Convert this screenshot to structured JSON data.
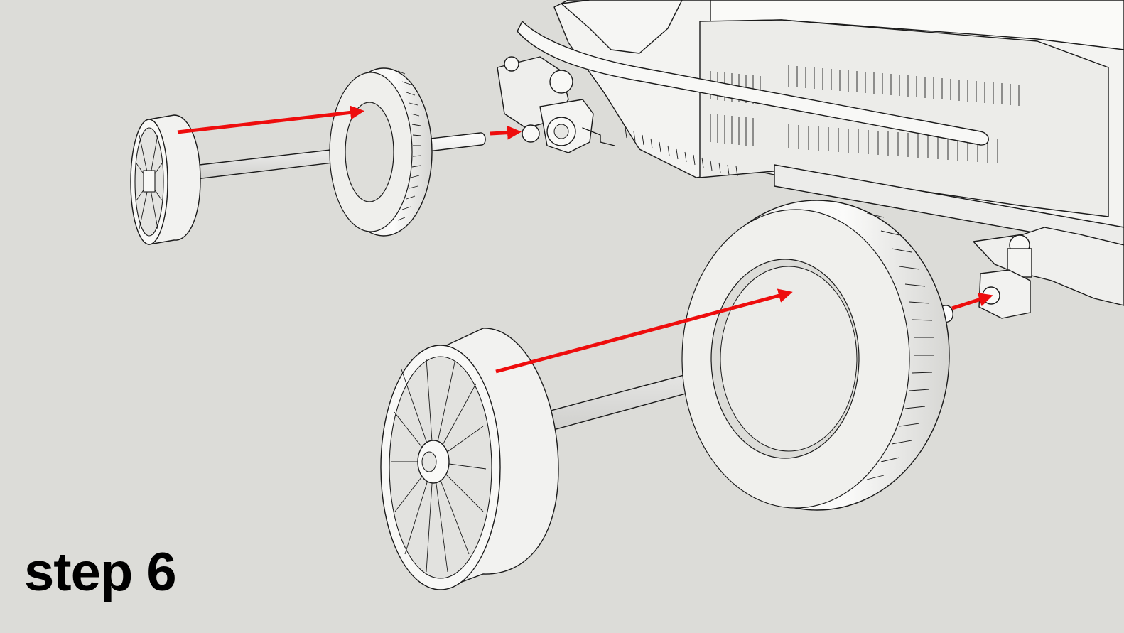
{
  "step_label": "step 6",
  "colors": {
    "background": "#dcdcd8",
    "part_fill": "#f4f4f2",
    "part_shade": "#c9c9c6",
    "outline": "#1a1a1a",
    "arrow": "#ee0d0d",
    "label": "#000000"
  },
  "parts": {
    "vehicle": "vintage-race-car-body",
    "rear_assembly": [
      "rim-small",
      "axle-small",
      "tire-small",
      "wheel-hub-rear"
    ],
    "front_assembly": [
      "rim-large",
      "axle-large",
      "tire-large",
      "wheel-hub-front"
    ]
  },
  "arrows_meaning": "assembly-direction",
  "icons": {
    "arrow": "red-arrow-icon"
  }
}
